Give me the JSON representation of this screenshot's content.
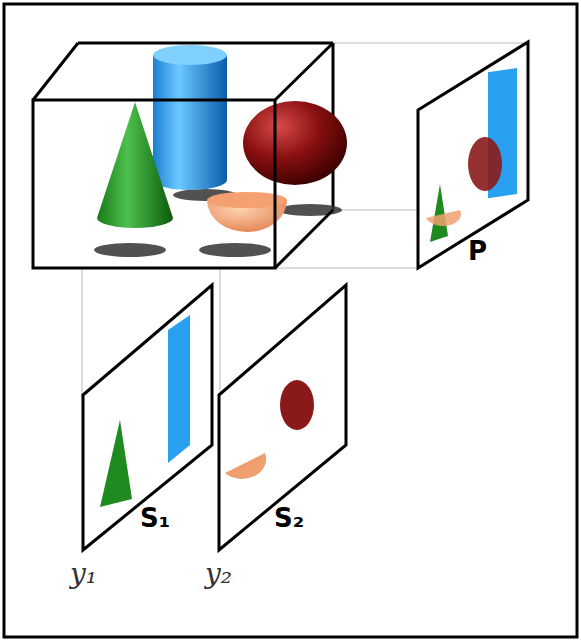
{
  "diagram": {
    "nodes": [
      {
        "text": [
          "P"
        ]
      },
      {
        "text": [
          "S₁"
        ]
      },
      {
        "text": [
          "S₂"
        ]
      }
    ],
    "labels": [
      "y₁",
      "y₂"
    ]
  }
}
